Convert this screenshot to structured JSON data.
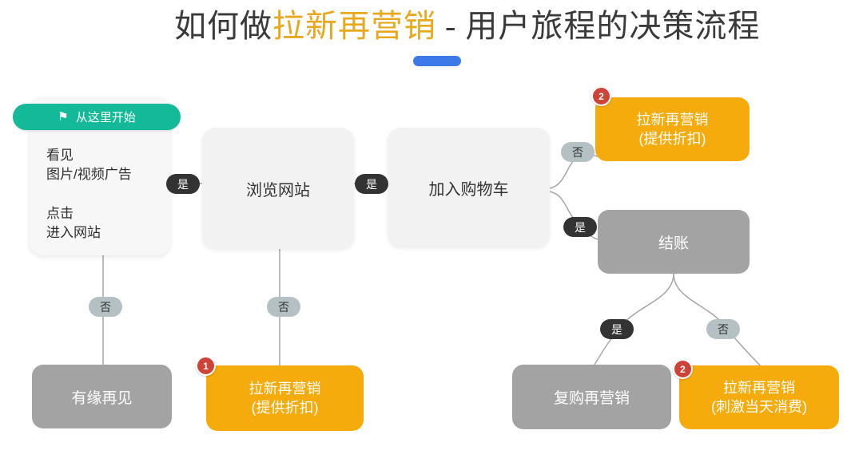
{
  "title": {
    "prefix": "如何做",
    "highlight": "拉新再营销",
    "suffix": " - 用户旅程的决策流程"
  },
  "labels": {
    "yes": "是",
    "no": "否"
  },
  "icons": {
    "flag": "⚑"
  },
  "colors": {
    "title_highlight": "#E8A81E",
    "blue_dash": "#3D79E8",
    "teal_banner": "#13B998",
    "light_node": "#F2F2F3",
    "gray_node": "#A3A3A3",
    "orange_node": "#F6AB0C",
    "badge_red": "#CF4336",
    "pill_dark": "#333333",
    "pill_light": "#B5C0C5"
  },
  "nodes": {
    "start": {
      "banner": "从这里开始",
      "lines": [
        "看见",
        "图片/视频广告",
        "点击",
        "进入网站"
      ]
    },
    "browse": {
      "label": "浏览网站"
    },
    "cart": {
      "label": "加入购物车"
    },
    "checkout": {
      "label": "结账"
    },
    "goodbye": {
      "label": "有缘再见"
    },
    "remarket_discount_1": {
      "badge": "1",
      "line1": "拉新再营销",
      "line2": "(提供折扣)"
    },
    "remarket_discount_2": {
      "badge": "2",
      "line1": "拉新再营销",
      "line2": "(提供折扣)"
    },
    "repurchase": {
      "label": "复购再营销"
    },
    "remarket_sameday": {
      "badge": "2",
      "line1": "拉新再营销",
      "line2": "(刺激当天消费)"
    }
  }
}
